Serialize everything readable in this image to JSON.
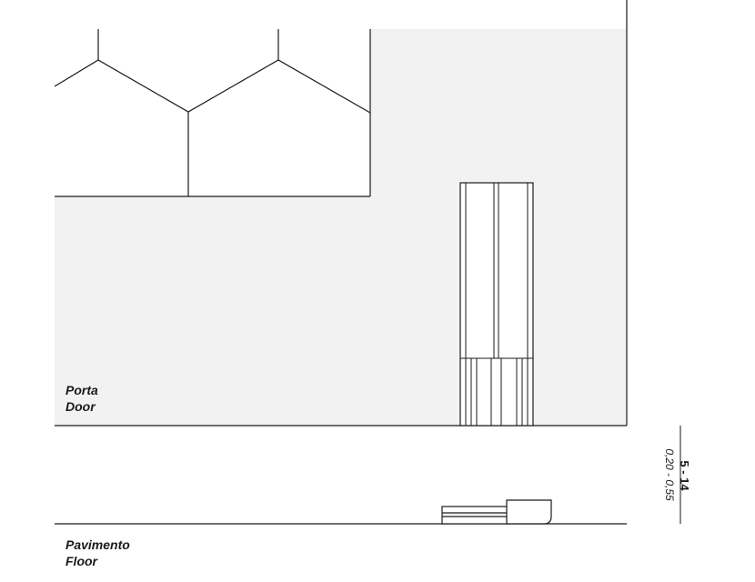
{
  "labels": {
    "door": {
      "line1": "Porta",
      "line2": "Door"
    },
    "floor": {
      "line1": "Pavimento",
      "line2": "Floor"
    }
  },
  "dimension": {
    "value_bold": "5 - 14",
    "value_italic": "0,20 - 0,55"
  },
  "colors": {
    "wall_fill": "#f2f2f2",
    "line": "#1a1a1a",
    "background": "#ffffff"
  }
}
